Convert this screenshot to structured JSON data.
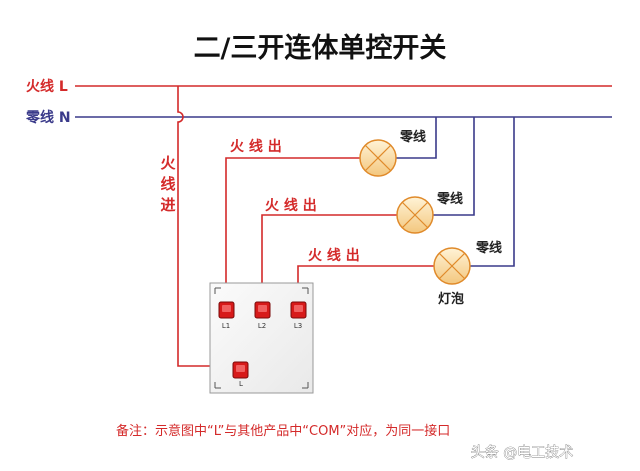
{
  "title": "二/三开连体单控开关",
  "live_line_label": "火线 L",
  "neutral_line_label": "零线 N",
  "live_in_label": "火线进",
  "live_out_labels": [
    "火 线 出",
    "火 线 出",
    "火 线 出"
  ],
  "neutral_labels": [
    "零线",
    "零线",
    "零线"
  ],
  "bulb_label": "灯泡",
  "terminal_labels": [
    "L1",
    "L2",
    "L3"
  ],
  "common_terminal_label": "L",
  "note": "备注：示意图中“L”与其他产品中“COM”对应，为同一接口",
  "watermark": "头条 @电工技术",
  "colors": {
    "live": "#d42a2a",
    "neutral": "#3a3a8a",
    "terminal": "#d71a1a",
    "bulb_fill": "#f4cf8a",
    "bulb_stroke": "#e08a2a"
  }
}
